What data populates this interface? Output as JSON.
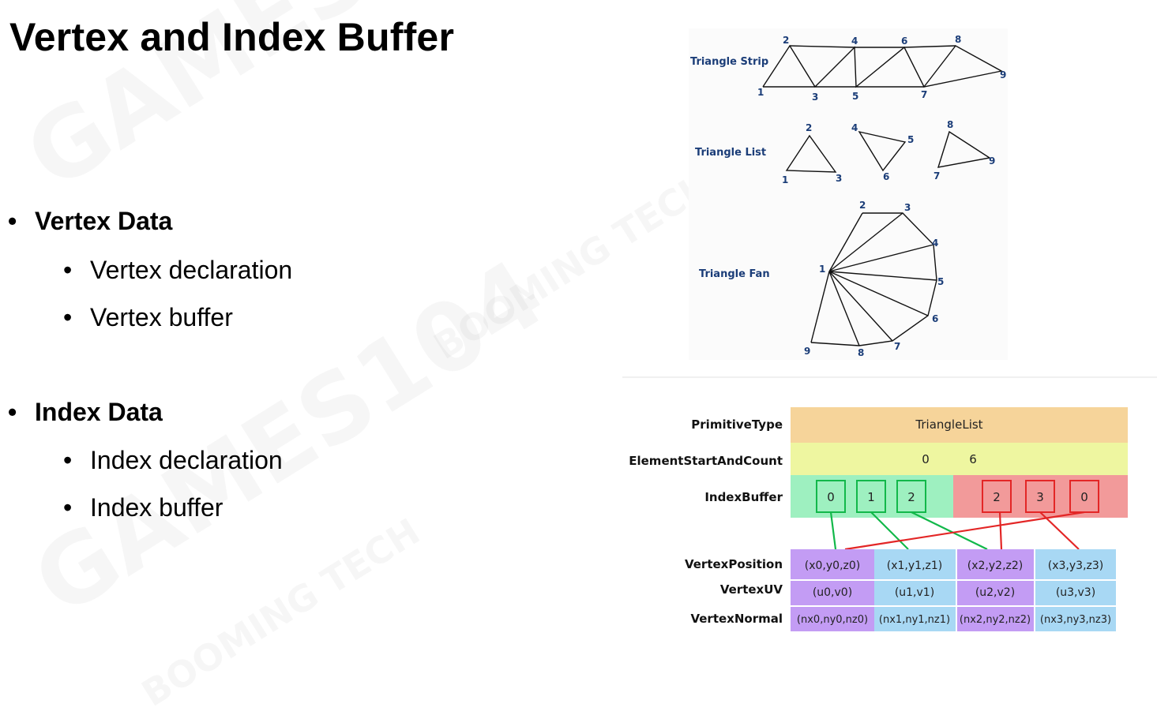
{
  "slide": {
    "title": "Vertex and Index Buffer",
    "bullets": [
      {
        "label": "Vertex Data",
        "sub": [
          "Vertex declaration",
          "Vertex buffer"
        ]
      },
      {
        "label": "Index Data",
        "sub": [
          "Index declaration",
          "Index buffer"
        ]
      }
    ]
  },
  "watermarks": [
    "GAMES104",
    "BOOMING TECH"
  ],
  "primitives": {
    "strip": {
      "label": "Triangle Strip",
      "vertex_labels": [
        "1",
        "2",
        "3",
        "4",
        "5",
        "6",
        "7",
        "8",
        "9"
      ]
    },
    "list": {
      "label": "Triangle List",
      "vertex_labels": [
        "1",
        "2",
        "3",
        "4",
        "5",
        "6",
        "7",
        "8",
        "9"
      ]
    },
    "fan": {
      "label": "Triangle Fan",
      "vertex_labels": [
        "1",
        "2",
        "3",
        "4",
        "5",
        "6",
        "7",
        "8",
        "9"
      ]
    }
  },
  "buffers": {
    "row_labels": {
      "primitive_type": "PrimitiveType",
      "element_start_count": "ElementStartAndCount",
      "index_buffer": "IndexBuffer",
      "vertex_position": "VertexPosition",
      "vertex_uv": "VertexUV",
      "vertex_normal": "VertexNormal"
    },
    "primitive_type_value": "TriangleList",
    "element_start": "0",
    "element_count": "6",
    "indices": [
      "0",
      "1",
      "2",
      "2",
      "3",
      "0"
    ],
    "vertex_position": [
      "(x0,y0,z0)",
      "(x1,y1,z1)",
      "(x2,y2,z2)",
      "(x3,y3,z3)"
    ],
    "vertex_uv": [
      "(u0,v0)",
      "(u1,v1)",
      "(u2,v2)",
      "(u3,v3)"
    ],
    "vertex_normal": [
      "(nx0,ny0,nz0)",
      "(nx1,ny1,nz1)",
      "(nx2,ny2,nz2)",
      "(nx3,ny3,nz3)"
    ],
    "colors": {
      "primitive_type_bg": "#f6d49a",
      "element_bg": "#eef6a0",
      "index_green_bg": "#9ef0c0",
      "index_red_bg": "#f29a9a",
      "green_box": "#12b84a",
      "red_box": "#e32626",
      "purple_cell": "#c39cf4",
      "blue_cell": "#a8d8f4",
      "label_blue": "#1b3d78",
      "number_blue": "#1b3d78"
    }
  }
}
